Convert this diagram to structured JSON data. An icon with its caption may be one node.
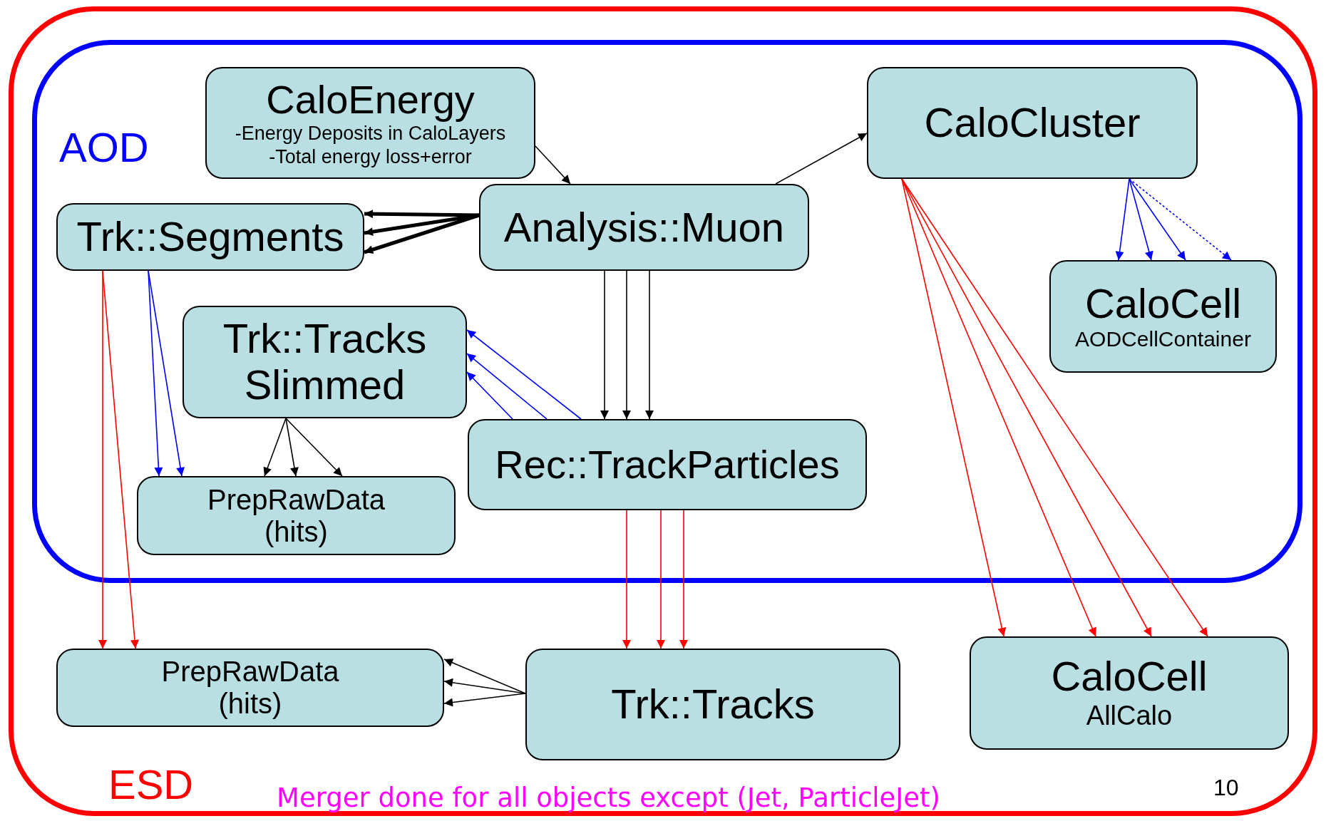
{
  "diagram": {
    "nodes": [
      {
        "text": [
          "ESD"
        ]
      },
      {
        "text": [
          "AOD"
        ],
        "in": 0
      },
      {
        "text": [
          "CaloEnergy",
          "-Energy Deposits in CaloLayers",
          "-Total energy loss+error"
        ],
        "in": 1
      },
      {
        "text": [
          "CaloCluster"
        ],
        "in": 1
      },
      {
        "text": [
          "Trk::Segments"
        ],
        "in": 1
      },
      {
        "text": [
          "Analysis::Muon"
        ],
        "in": 1
      },
      {
        "text": [
          "CaloCell",
          "AODCellContainer"
        ],
        "in": 1
      },
      {
        "text": [
          "Trk::Tracks Slimmed"
        ],
        "in": 1
      },
      {
        "text": [
          "Rec::TrackParticles"
        ],
        "in": 1
      },
      {
        "text": [
          "PrepRawData (hits)"
        ],
        "in": 1
      },
      {
        "text": [
          "PrepRawData (hits)"
        ],
        "in": 0
      },
      {
        "text": [
          "Trk::Tracks"
        ],
        "in": 0
      },
      {
        "text": [
          "CaloCell",
          "AllCalo"
        ],
        "in": 0
      }
    ],
    "edges": [
      {
        "from": 2,
        "to": 5,
        "arrow": "to"
      },
      {
        "from": 5,
        "to": 3,
        "arrow": "to"
      },
      {
        "from": 5,
        "to": 4,
        "arrow": "to",
        "style": "thick"
      },
      {
        "from": 5,
        "to": 4,
        "arrow": "to",
        "style": "thick"
      },
      {
        "from": 5,
        "to": 4,
        "arrow": "to",
        "style": "thick"
      },
      {
        "from": 5,
        "to": 8,
        "arrow": "to"
      },
      {
        "from": 5,
        "to": 8,
        "arrow": "to"
      },
      {
        "from": 5,
        "to": 8,
        "arrow": "to"
      },
      {
        "from": 8,
        "to": 7,
        "arrow": "to",
        "color": "#0000ff"
      },
      {
        "from": 8,
        "to": 7,
        "arrow": "to",
        "color": "#0000ff"
      },
      {
        "from": 8,
        "to": 7,
        "arrow": "to",
        "color": "#0000ff"
      },
      {
        "from": 7,
        "to": 9,
        "arrow": "to"
      },
      {
        "from": 7,
        "to": 9,
        "arrow": "to"
      },
      {
        "from": 7,
        "to": 9,
        "arrow": "to"
      },
      {
        "from": 4,
        "to": 9,
        "arrow": "to",
        "color": "#0000ff"
      },
      {
        "from": 4,
        "to": 9,
        "arrow": "to",
        "color": "#0000ff"
      },
      {
        "from": 4,
        "to": 10,
        "arrow": "to",
        "color": "#ff0000"
      },
      {
        "from": 4,
        "to": 10,
        "arrow": "to",
        "color": "#ff0000"
      },
      {
        "from": 8,
        "to": 11,
        "arrow": "to",
        "color": "#ff0000"
      },
      {
        "from": 8,
        "to": 11,
        "arrow": "to",
        "color": "#ff0000"
      },
      {
        "from": 8,
        "to": 11,
        "arrow": "to",
        "color": "#ff0000"
      },
      {
        "from": 11,
        "to": 10,
        "arrow": "to"
      },
      {
        "from": 11,
        "to": 10,
        "arrow": "to"
      },
      {
        "from": 11,
        "to": 10,
        "arrow": "to"
      },
      {
        "from": 3,
        "to": 6,
        "arrow": "to",
        "color": "#0000ff"
      },
      {
        "from": 3,
        "to": 6,
        "arrow": "to",
        "color": "#0000ff"
      },
      {
        "from": 3,
        "to": 6,
        "arrow": "to",
        "color": "#0000ff"
      },
      {
        "from": 3,
        "to": 6,
        "arrow": "to",
        "color": "#0000ff",
        "style": "dashed"
      },
      {
        "from": 3,
        "to": 12,
        "arrow": "to",
        "color": "#ff0000"
      },
      {
        "from": 3,
        "to": 12,
        "arrow": "to",
        "color": "#ff0000"
      },
      {
        "from": 3,
        "to": 12,
        "arrow": "to",
        "color": "#ff0000"
      },
      {
        "from": 3,
        "to": 12,
        "arrow": "to",
        "color": "#ff0000"
      }
    ],
    "labels": [
      "Merger done for all objects except (Jet, ParticleJet)",
      "10"
    ]
  }
}
